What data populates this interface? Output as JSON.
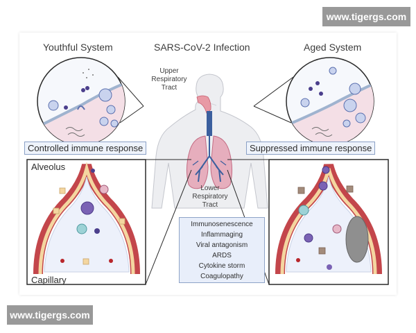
{
  "headers": {
    "youthful": "Youthful System",
    "infection": "SARS-CoV-2 Infection",
    "aged": "Aged System"
  },
  "anatomy": {
    "upper_tract": [
      "Upper",
      "Respiratory",
      "Tract"
    ],
    "lower_tract": [
      "Lower",
      "Respiratory",
      "Tract"
    ]
  },
  "responses": {
    "controlled": "Controlled immune response",
    "suppressed": "Suppressed immune response"
  },
  "panel_labels": {
    "alveolus": "Alveolus",
    "capillary": "Capillary"
  },
  "factors": [
    "Immunosenescence",
    "Inflammaging",
    "Viral antagonism",
    "ARDS",
    "Cytokine storm",
    "Coagulopathy"
  ],
  "watermarks": {
    "top": "www.tigergs.com",
    "bottom": "www.tigergs.com"
  },
  "colors": {
    "airway_blue": "#3b5f9e",
    "lung_pink": "#e6aebd",
    "vessel_red": "#b8262b",
    "alveolus_fill": "#edf1fb",
    "mucosa_pink": "#f4dfe6"
  }
}
